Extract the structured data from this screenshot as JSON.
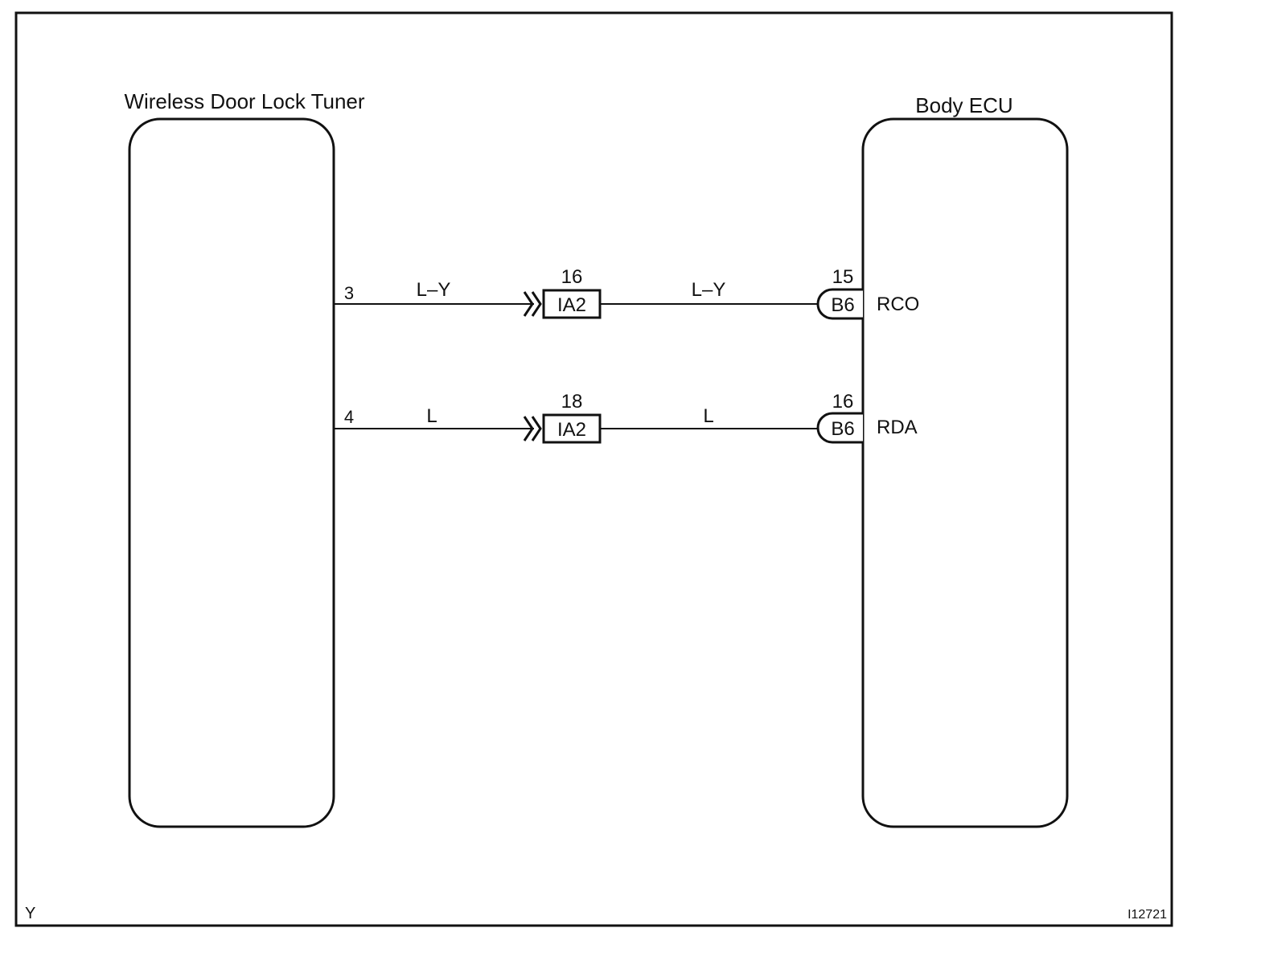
{
  "components": {
    "left": {
      "title": "Wireless Door Lock Tuner"
    },
    "right": {
      "title": "Body ECU"
    }
  },
  "wires": [
    {
      "left_pin": "3",
      "color_left": "L–Y",
      "junction_connector": "IA2",
      "junction_pin": "16",
      "color_right": "L–Y",
      "ecu_connector": "B6",
      "ecu_pin": "15",
      "ecu_terminal": "RCO"
    },
    {
      "left_pin": "4",
      "color_left": "L",
      "junction_connector": "IA2",
      "junction_pin": "18",
      "color_right": "L",
      "ecu_connector": "B6",
      "ecu_pin": "16",
      "ecu_terminal": "RDA"
    }
  ],
  "footer": {
    "left_code": "Y",
    "figure_id": "I12721"
  }
}
